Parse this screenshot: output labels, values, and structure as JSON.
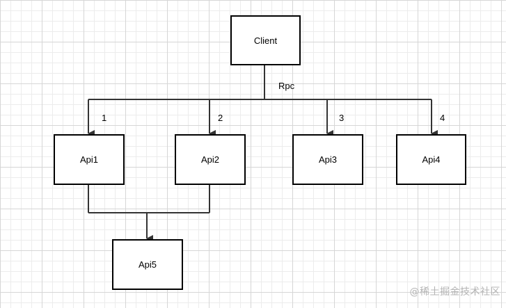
{
  "diagram": {
    "nodes": {
      "client": "Client",
      "api1": "Api1",
      "api2": "Api2",
      "api3": "Api3",
      "api4": "Api4",
      "api5": "Api5"
    },
    "edge_labels": {
      "rpc": "Rpc",
      "to_api1": "1",
      "to_api2": "2",
      "to_api3": "3",
      "to_api4": "4"
    },
    "edges": [
      {
        "from": "Client",
        "to": "Api1",
        "label": "1"
      },
      {
        "from": "Client",
        "to": "Api2",
        "label": "2"
      },
      {
        "from": "Client",
        "to": "Api3",
        "label": "3"
      },
      {
        "from": "Client",
        "to": "Api4",
        "label": "4"
      },
      {
        "from": "Api1",
        "to": "Api5",
        "label": ""
      },
      {
        "from": "Api2",
        "to": "Api5",
        "label": ""
      }
    ]
  },
  "watermark": "@稀土掘金技术社区",
  "colors": {
    "line": "#333333",
    "node_border": "#000000",
    "grid_major": "#d6d6d6",
    "grid_minor": "#ececec",
    "watermark": "#b4b4b4"
  }
}
